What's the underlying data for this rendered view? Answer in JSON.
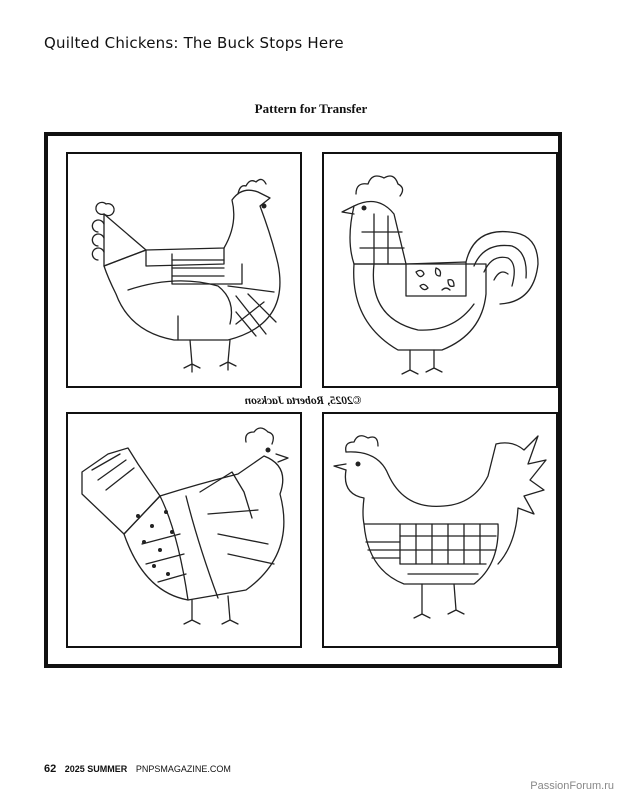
{
  "page": {
    "title": "Quilted Chickens: The Buck Stops Here",
    "subtitle": "Pattern for Transfer",
    "copyright": "©2025, Roberta Jackson",
    "footer": {
      "page_number": "62",
      "season": "2025 SUMMER",
      "site": "PNPSMAGAZINE.COM"
    },
    "watermark": "PassionForum.ru"
  },
  "illustrations": [
    {
      "icon": "hen-quilted-icon"
    },
    {
      "icon": "rooster-quilted-icon"
    },
    {
      "icon": "hen-dotted-icon"
    },
    {
      "icon": "rooster-grid-icon"
    }
  ]
}
